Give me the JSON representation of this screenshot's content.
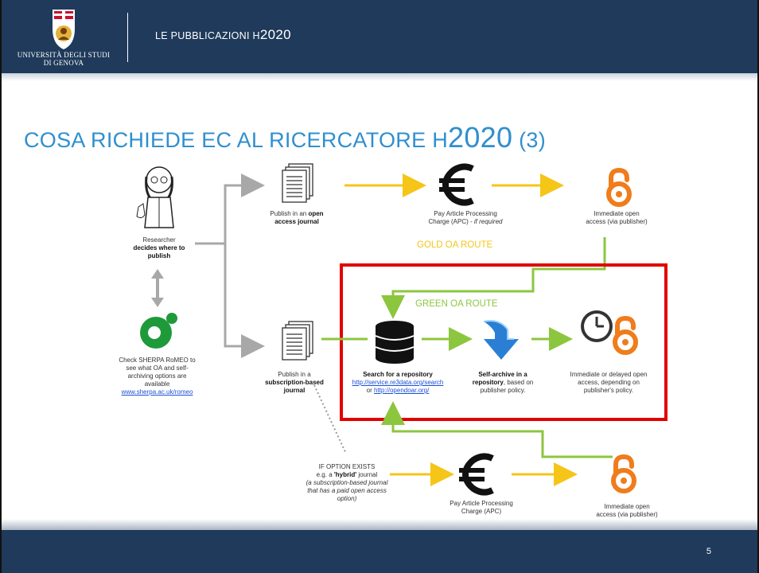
{
  "header": {
    "university_name_line1": "UNIVERSITÀ DEGLI STUDI",
    "university_name_line2": "DI GENOVA",
    "title_prefix": "LE PUBBLICAZIONI H",
    "title_number": "2020"
  },
  "slide": {
    "title_prefix": "COSA RICHIEDE EC AL RICERCATORE H",
    "title_number": "2020",
    "title_suffix": " (3)",
    "page_number": "5"
  },
  "diagram": {
    "researcher": {
      "line1": "Researcher",
      "line2": "decides where to",
      "line3": "publish"
    },
    "open_journal": {
      "line1_pre": "Publish in an ",
      "line1_bold": "open",
      "line2": "access journal"
    },
    "pay_apc_gold": {
      "line1": "Pay Article Processing",
      "line2_pre": "Charge (APC) - ",
      "line2_ital": "if required"
    },
    "immediate_gold": {
      "line1": "Immediate open",
      "line2": "access (via publisher)"
    },
    "gold_route": "GOLD OA ROUTE",
    "green_route": "GREEN OA ROUTE",
    "sherpa": {
      "line1": "Check SHERPA RoMEO to",
      "line2": "see what OA and self-",
      "line3": "archiving options are",
      "line4": "available",
      "link": "www.sherpa.ac.uk/romeo"
    },
    "subscription_journal": {
      "line1": "Publish in a",
      "line2": "subscription-based",
      "line3": "journal"
    },
    "repository": {
      "title": "Search for a repository",
      "link1": "http://service.re3data.org/search",
      "or": "or ",
      "link2": "http://opendoar.org/"
    },
    "self_archive": {
      "line1": "Self-archive in a",
      "line2_bold": "repository",
      "line2_rest": ", based on",
      "line3": "publisher policy."
    },
    "immediate_delayed": {
      "line1": "Immediate or delayed open",
      "line2": "access, depending on",
      "line3": "publisher's policy."
    },
    "hybrid": {
      "line1": "IF OPTION EXISTS",
      "line2_pre": "e.g.  a ",
      "line2_bold": "'hybrid'",
      "line2_post": " journal",
      "line3": "(a subscription-based journal",
      "line4": "that has a paid open access",
      "line5": "option)"
    },
    "pay_apc_hybrid": {
      "line1": "Pay Article Processing",
      "line2": "Charge (APC)"
    },
    "immediate_hybrid": {
      "line1": "Immediate open",
      "line2": "access (via publisher)"
    }
  },
  "colors": {
    "header_bg": "#1f3a5a",
    "title_blue": "#2f8fcf",
    "gold_arrow": "#f5c518",
    "green_arrow": "#8cc63f",
    "oa_orange": "#f07c1b",
    "highlight_red": "#e00000",
    "link_blue": "#1a4fd6"
  },
  "icons": [
    "crest-icon",
    "researcher-icon",
    "document-stack-icon",
    "euro-icon",
    "open-access-lock-icon",
    "sherpa-romeo-icon",
    "database-icon",
    "download-arrow-icon",
    "clock-icon"
  ]
}
